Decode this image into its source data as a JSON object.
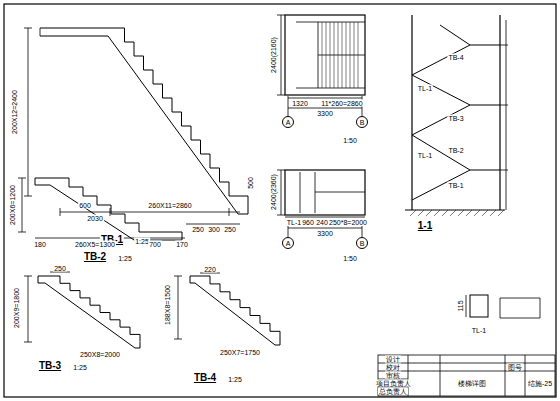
{
  "diagram": {
    "nodes": [
      {
        "text": [
          "A"
        ]
      },
      {
        "text": [
          "B"
        ]
      },
      {
        "text": [
          "A"
        ]
      },
      {
        "text": [
          "B"
        ]
      }
    ],
    "labels": [
      "200X12=2400",
      "600",
      "2030",
      "260X11=2860",
      "500",
      "250",
      "300",
      "250",
      "TB-1",
      "1:25",
      "200X6=1200",
      "180",
      "260X5=1300",
      "700",
      "170",
      "TB-2",
      "1:25",
      "250",
      "200X9=1800",
      "250X8=2000",
      "TB-3",
      "1:25",
      "220",
      "188X8=1500",
      "250X7=1750",
      "TB-4",
      "1:25",
      "2400(2160)",
      "1320",
      "11*260=2860",
      "3300",
      "1:50",
      "2400(2360)",
      "TL-1",
      "960",
      "240",
      "250*8=2000",
      "3300",
      "1:50",
      "TB-4",
      "TL-1",
      "TB-3",
      "TB-2",
      "TL-1",
      "TB-1",
      "1-1",
      "TL-1",
      "115",
      "设计",
      "校对",
      "审核",
      "项目负责人",
      "总负责人",
      "楼梯详图",
      "结施-25",
      "图号"
    ]
  }
}
